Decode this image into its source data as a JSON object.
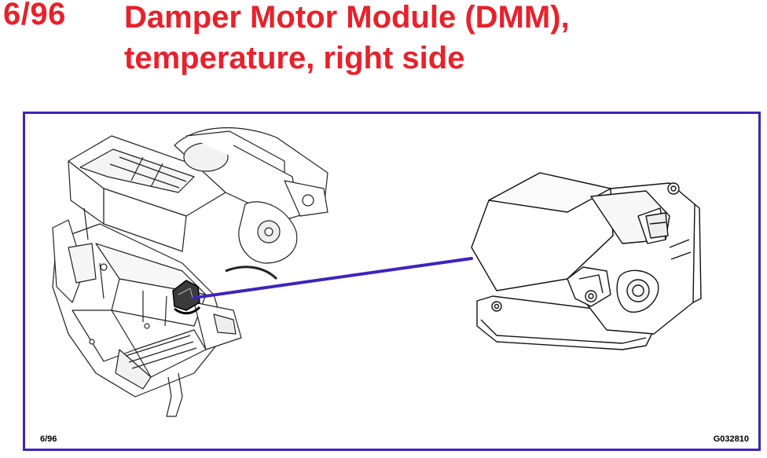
{
  "header": {
    "page_number": "6/96",
    "title_line1": "Damper Motor Module (DMM),",
    "title_line2": "temperature, right side"
  },
  "figure": {
    "footer_left": "6/96",
    "footer_right": "G032810",
    "heater_unit_icon": "hvac-heater-housing-drawing",
    "module_icon": "damper-motor-module-drawing",
    "leader_color": "#3c24bf"
  },
  "colors": {
    "title": "#e8212b",
    "frame": "#3c24bf"
  }
}
